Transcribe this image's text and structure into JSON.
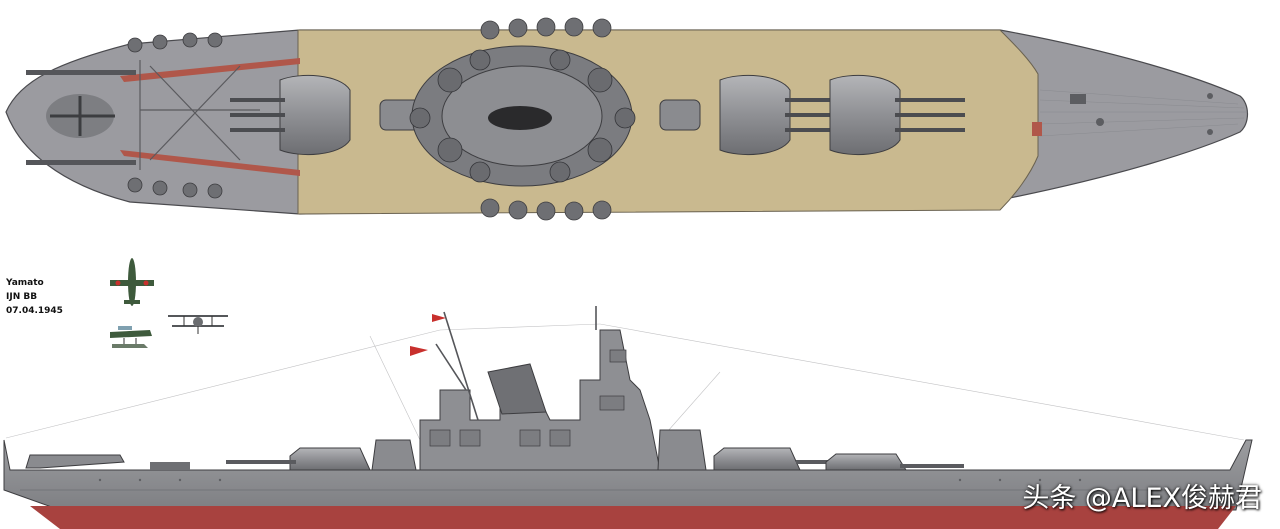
{
  "ship_caption": {
    "name": "Yamato",
    "class_line": "IJN BB",
    "date": "07.04.1945"
  },
  "watermark": "头条 @ALEX俊赫君",
  "colors": {
    "deck_wood": "#c9b98f",
    "deck_grey": "#9b9ba0",
    "hull_grey": "#8c8d90",
    "hull_red": "#a8423f",
    "turret_grey": "#8e8f92",
    "accent_red_stripe": "#b0574a",
    "aircraft_green": "#3e5a3c"
  },
  "views": [
    "top-plan-view",
    "side-profile-view"
  ],
  "aircraft_icons": [
    "floatplane-top-icon",
    "floatplane-side-icon",
    "biplane-front-icon"
  ]
}
